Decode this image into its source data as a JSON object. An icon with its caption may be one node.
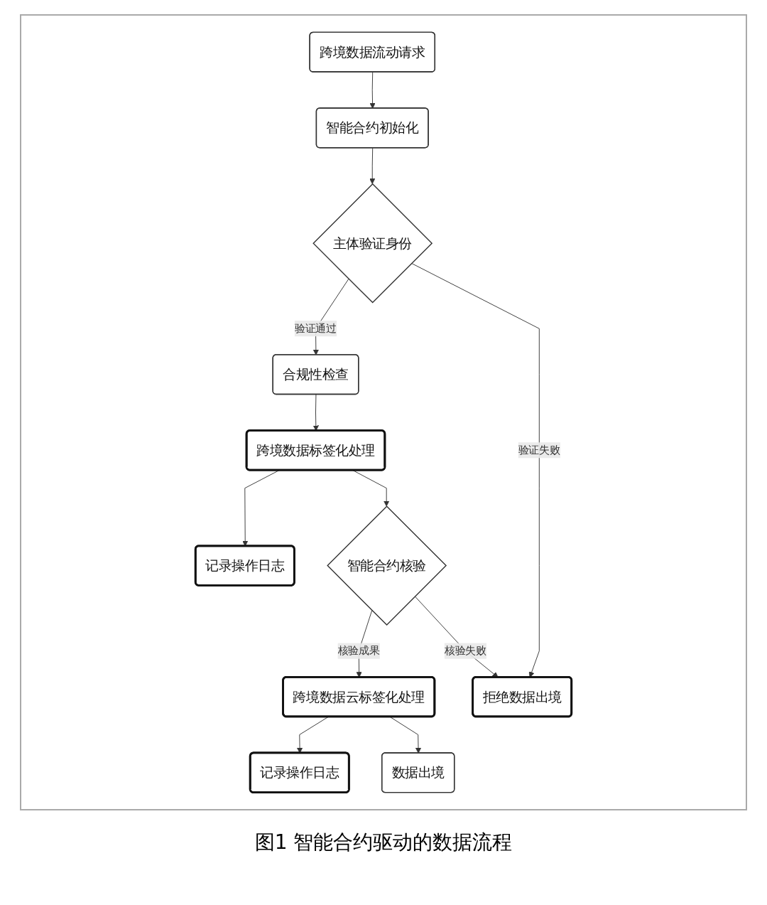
{
  "diagram": {
    "caption": "图1 智能合约驱动的数据流程",
    "nodes": [
      {
        "text": [
          "跨境数据流动请求"
        ]
      },
      {
        "text": [
          "智能合约初始化"
        ]
      },
      {
        "text": [
          "主体验证身份"
        ]
      },
      {
        "text": [
          "合规性检查"
        ]
      },
      {
        "text": [
          "跨境数据标签化处理"
        ]
      },
      {
        "text": [
          "记录操作日志"
        ]
      },
      {
        "text": [
          "智能合约核验"
        ]
      },
      {
        "text": [
          "跨境数据云标签化处理"
        ]
      },
      {
        "text": [
          "记录操作日志"
        ]
      },
      {
        "text": [
          "数据出境"
        ]
      },
      {
        "text": [
          "拒绝数据出境"
        ]
      }
    ],
    "edges": [
      {
        "from": 0,
        "to": 1,
        "arrow": "to"
      },
      {
        "from": 1,
        "to": 2,
        "arrow": "to"
      },
      {
        "from": 2,
        "to": 3,
        "arrow": "to",
        "label": "验证通过"
      },
      {
        "from": 2,
        "to": 10,
        "arrow": "to",
        "label": "验证失败"
      },
      {
        "from": 3,
        "to": 4,
        "arrow": "to"
      },
      {
        "from": 4,
        "to": 5,
        "arrow": "to"
      },
      {
        "from": 4,
        "to": 6,
        "arrow": "to"
      },
      {
        "from": 6,
        "to": 7,
        "arrow": "to",
        "label": "核验成果"
      },
      {
        "from": 6,
        "to": 10,
        "arrow": "to",
        "label": "核验失败"
      },
      {
        "from": 7,
        "to": 8,
        "arrow": "to"
      },
      {
        "from": 7,
        "to": 9,
        "arrow": "to"
      }
    ]
  }
}
